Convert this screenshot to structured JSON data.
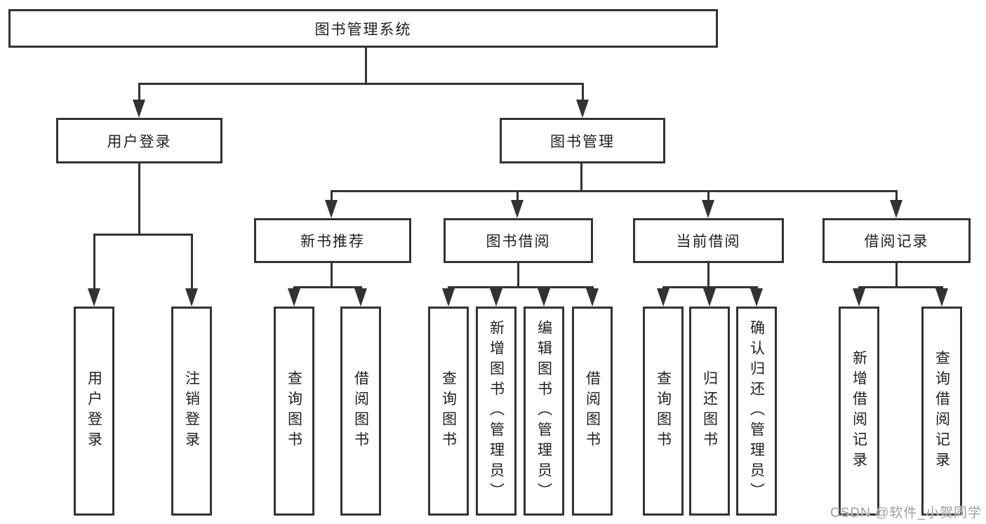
{
  "diagram_title": "图书管理系统",
  "tree": {
    "label": "图书管理系统",
    "children": [
      {
        "label": "用户登录",
        "children": [
          {
            "label": "用户登录"
          },
          {
            "label": "注销登录"
          }
        ]
      },
      {
        "label": "图书管理",
        "children": [
          {
            "label": "新书推荐",
            "children": [
              {
                "label": "查询图书"
              },
              {
                "label": "借阅图书"
              }
            ]
          },
          {
            "label": "图书借阅",
            "children": [
              {
                "label": "查询图书"
              },
              {
                "label": "新增图书（管理员）"
              },
              {
                "label": "编辑图书（管理员）"
              },
              {
                "label": "借阅图书"
              }
            ]
          },
          {
            "label": "当前借阅",
            "children": [
              {
                "label": "查询图书"
              },
              {
                "label": "归还图书"
              },
              {
                "label": "确认归还（管理员）"
              }
            ]
          },
          {
            "label": "借阅记录",
            "children": [
              {
                "label": "新增借阅记录"
              },
              {
                "label": "查询借阅记录"
              }
            ]
          }
        ]
      }
    ]
  },
  "watermark": "CSDN @软件_小贺同学",
  "colors": {
    "line": "#333333",
    "box_border": "#333333",
    "text": "#1f1f1f",
    "watermark": "#9e9e9e",
    "background": "#ffffff"
  }
}
